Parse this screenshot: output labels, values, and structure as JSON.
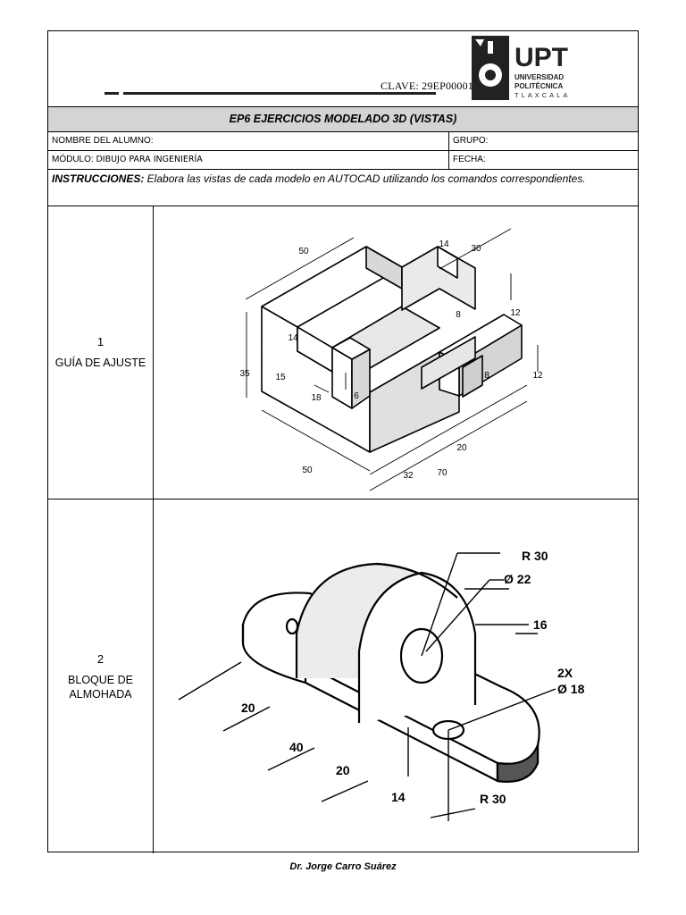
{
  "header": {
    "clave": "CLAVE: 29EP00001C",
    "logo": {
      "name": "UPT",
      "line1": "UNIVERSIDAD",
      "line2": "POLITÉCNICA",
      "line3": "TLAXCALA",
      "icon": "gear-with-flask-logo"
    }
  },
  "title": "EP6 EJERCICIOS MODELADO 3D (VISTAS)",
  "fields": {
    "alumno_label": "NOMBRE DEL ALUMNO:",
    "grupo_label": "GRUPO:",
    "modulo_label": "MÓDULO:",
    "modulo_value": "DIBUJO PARA INGENIERÍA",
    "fecha_label": "FECHA:"
  },
  "instructions": {
    "label": "INSTRUCCIONES:",
    "text": " Elabora las vistas de cada modelo en AUTOCAD utilizando los comandos correspondientes."
  },
  "exercises": [
    {
      "number": "1",
      "name": "GUÍA DE AJUSTE",
      "dims": {
        "d50a": "50",
        "d14a": "14",
        "d30": "30",
        "d8a": "8",
        "d12a": "12",
        "d14b": "14",
        "d35": "35",
        "d15": "15",
        "d18": "18",
        "d6": "6",
        "d8b": "8",
        "d12b": "12",
        "d20": "20",
        "d50b": "50",
        "d32": "32",
        "d70": "70"
      }
    },
    {
      "number": "2",
      "name": "BLOQUE DE ALMOHADA",
      "dims": {
        "r30a": "R 30",
        "phi22": "Ø 22",
        "d16": "16",
        "twox": "2X",
        "phi18": "Ø 18",
        "d20a": "20",
        "d40": "40",
        "d20b": "20",
        "d14": "14",
        "r30b": "R 30"
      }
    }
  ],
  "footer": "Dr. Jorge Carro Suárez"
}
